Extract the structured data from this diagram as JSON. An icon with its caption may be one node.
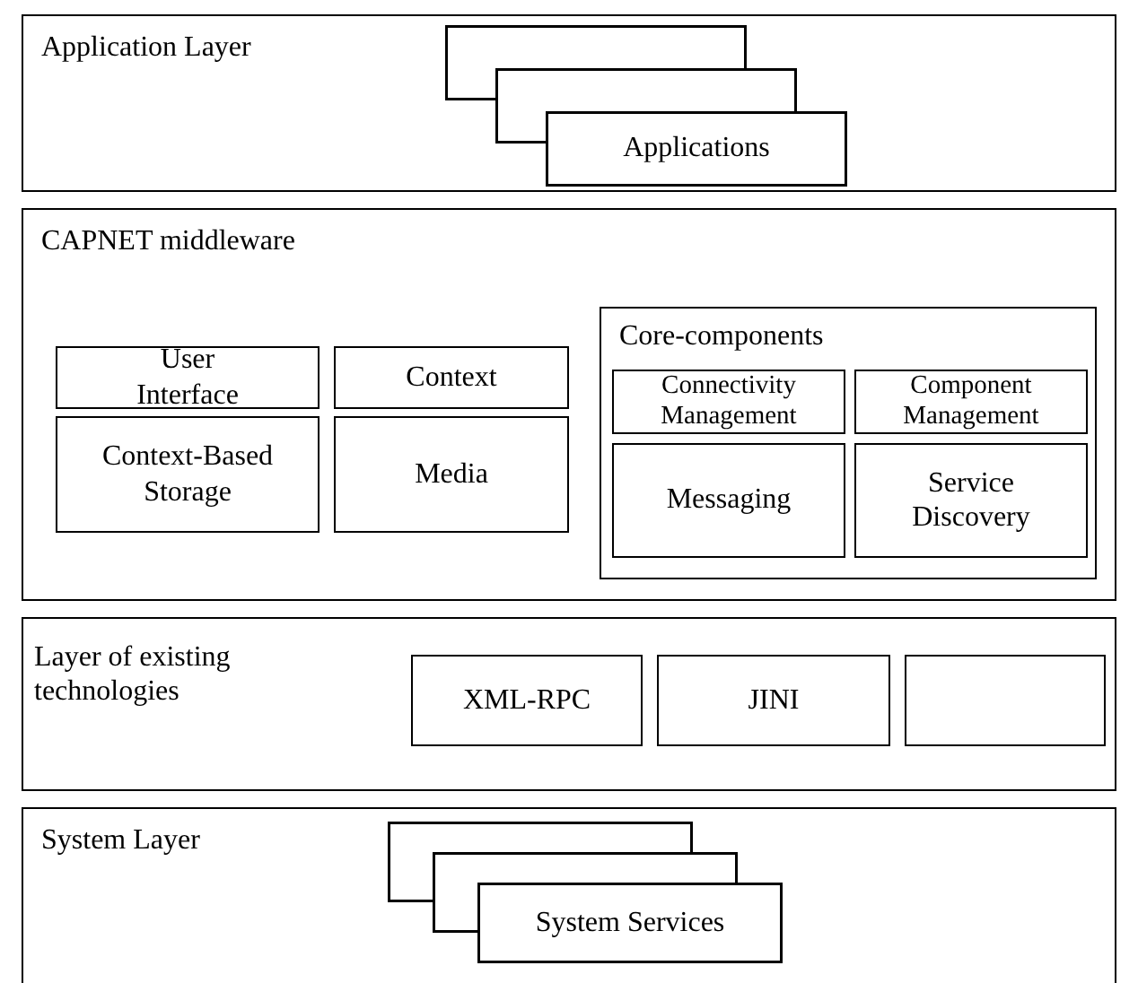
{
  "diagram": {
    "nodes": [
      {
        "text": [
          "Application Layer"
        ]
      },
      {
        "text": [
          "Applications"
        ],
        "in": 0
      },
      {
        "text": [
          "CAPNET middleware"
        ]
      },
      {
        "text": [
          "User Interface"
        ],
        "in": 2
      },
      {
        "text": [
          "Context"
        ],
        "in": 2
      },
      {
        "text": [
          "Context-Based Storage"
        ],
        "in": 2
      },
      {
        "text": [
          "Media"
        ],
        "in": 2
      },
      {
        "text": [
          "Core-components"
        ],
        "in": 2
      },
      {
        "text": [
          "Connectivity Management"
        ],
        "in": 7
      },
      {
        "text": [
          "Component Management"
        ],
        "in": 7
      },
      {
        "text": [
          "Messaging"
        ],
        "in": 7
      },
      {
        "text": [
          "Service Discovery"
        ],
        "in": 7
      },
      {
        "text": [
          "Layer of existing technologies"
        ]
      },
      {
        "text": [
          "XML-RPC"
        ],
        "in": 12
      },
      {
        "text": [
          "JINI"
        ],
        "in": 12
      },
      {
        "text": [],
        "shape": "box",
        "in": 12
      },
      {
        "text": [
          "System Layer"
        ]
      },
      {
        "text": [
          "System Services"
        ],
        "in": 16
      }
    ]
  }
}
